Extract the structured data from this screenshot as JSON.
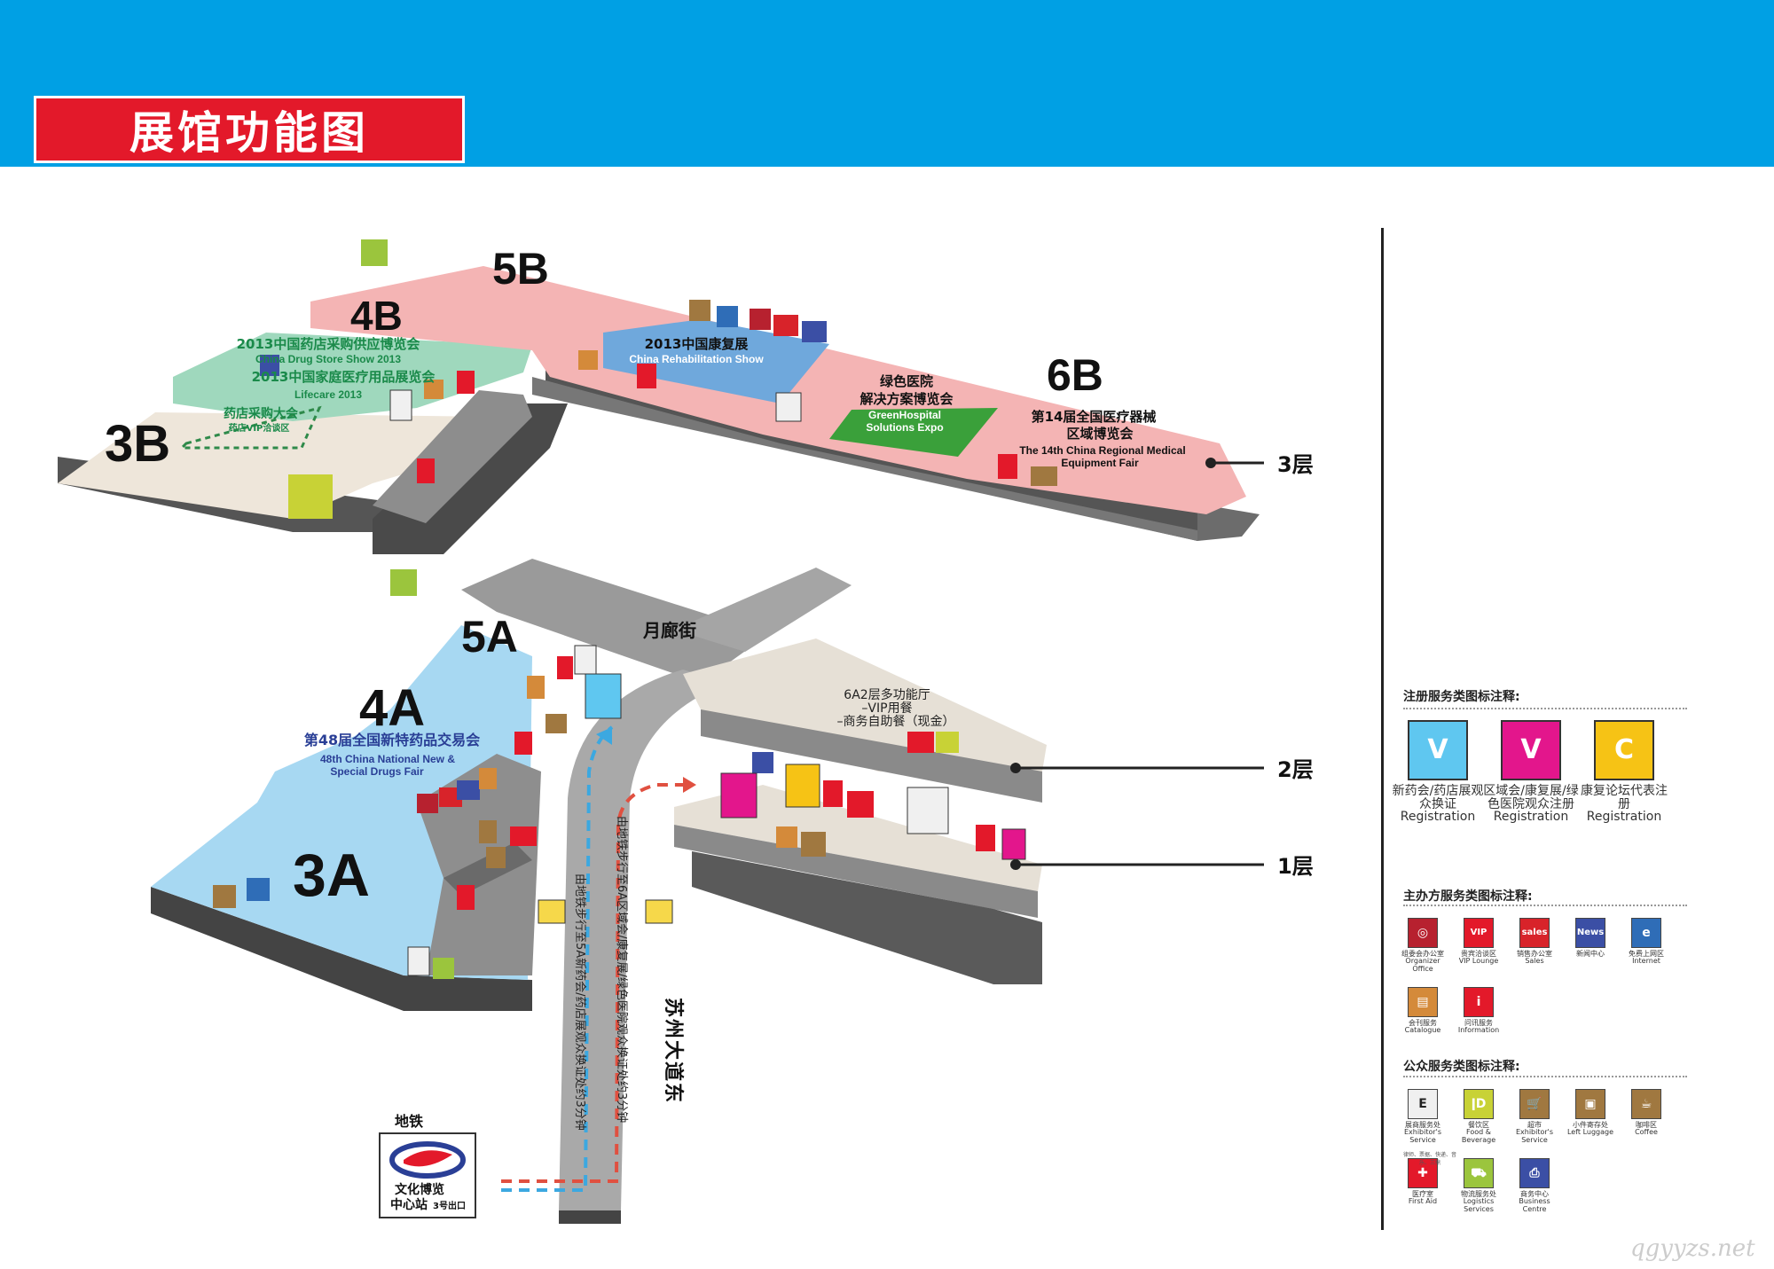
{
  "header": {
    "title": "展馆功能图"
  },
  "halls": {
    "h3b": "3B",
    "h4b": "4B",
    "h5b": "5B",
    "h6b": "6B",
    "h3a": "3A",
    "h4a": "4A",
    "h5a": "5A"
  },
  "exhibitions": {
    "drugstore_cn": "2013中国药店采购供应博览会",
    "drugstore_en": "China Drug Store Show 2013",
    "lifecare_cn": "2013中国家庭医疗用品展览会",
    "lifecare_en": "Lifecare 2013",
    "purchase_cn": "药店采购大会",
    "purchase_sub": "药店VIP洽谈区",
    "rehab_cn": "2013中国康复展",
    "rehab_en": "China Rehabilitation Show",
    "green_cn1": "绿色医院",
    "green_cn2": "解决方案博览会",
    "green_en1": "GreenHospital",
    "green_en2": "Solutions Expo",
    "regional_cn1": "第14届全国医疗器械",
    "regional_cn2": "区域博览会",
    "regional_en1": "The 14th China Regional Medical",
    "regional_en2": "Equipment Fair",
    "newdrug_cn": "第48届全国新特药品交易会",
    "newdrug_en1": "48th China National New &",
    "newdrug_en2": "Special Drugs Fair"
  },
  "places": {
    "street": "月廊街",
    "road": "苏州大道东",
    "hall6a_l1": "6A2层多功能厅",
    "hall6a_l2": "–VIP用餐",
    "hall6a_l3": "–商务自助餐（现金）",
    "metro_label": "地铁",
    "station_l1": "文化博览",
    "station_l2": "中心站",
    "station_exit": "3号出口",
    "route_blue": "由地铁步行至5A新药会/药店展观众换证处约3分钟",
    "route_red": "由地铁步行至6A区域会/康复展/绿色医院观众换证处约3分钟"
  },
  "floors": {
    "f3": "3层",
    "f2": "2层",
    "f1": "1层"
  },
  "legend": {
    "reg_title": "注册服务类图标注释:",
    "reg": [
      {
        "glyph": "V",
        "cn": "新药会/药店展观众换证",
        "en": "Registration",
        "color": "#5fc7f0"
      },
      {
        "glyph": "V",
        "cn": "区域会/康复展/绿色医院观众注册",
        "en": "Registration",
        "color": "#e3168c"
      },
      {
        "glyph": "C",
        "cn": "康复论坛代表注册",
        "en": "Registration",
        "color": "#f6c315"
      }
    ],
    "org_title": "主办方服务类图标注释:",
    "org": [
      {
        "glyph": "◎",
        "cn": "组委会办公室",
        "en": "Organizer Office",
        "color": "#b7212f"
      },
      {
        "glyph": "VIP",
        "cn": "贵宾洽谈区",
        "en": "VIP Lounge",
        "color": "#e3192a"
      },
      {
        "glyph": "sales",
        "cn": "销售办公室",
        "en": "Sales",
        "color": "#d8232a"
      },
      {
        "glyph": "News",
        "cn": "新闻中心",
        "en": "",
        "color": "#3b4fa5"
      },
      {
        "glyph": "e",
        "cn": "免费上网区",
        "en": "Internet",
        "color": "#2f6db7"
      },
      {
        "glyph": "▤",
        "cn": "会刊服务",
        "en": "Catalogue",
        "color": "#d48a3a"
      },
      {
        "glyph": "i",
        "cn": "问讯服务",
        "en": "Information",
        "color": "#e3192a"
      }
    ],
    "pub_title": "公众服务类图标注释:",
    "pub": [
      {
        "glyph": "E",
        "cn": "展商服务处",
        "en": "Exhibitor's Service",
        "color": "#f0f0f0"
      },
      {
        "glyph": "ǀD",
        "cn": "餐饮区",
        "en": "Food & Beverage",
        "color": "#c8d236"
      },
      {
        "glyph": "🛒",
        "cn": "超市",
        "en": "Exhibitor's Service",
        "color": "#a07840"
      },
      {
        "glyph": "▣",
        "cn": "小件寄存处",
        "en": "Left Luggage",
        "color": "#a07840"
      },
      {
        "glyph": "☕",
        "cn": "咖啡区",
        "en": "Coffee",
        "color": "#a07840"
      },
      {
        "glyph": "✚",
        "cn": "医疗室",
        "en": "First Aid",
        "color": "#e3192a"
      },
      {
        "glyph": "⛟",
        "cn": "物流服务处",
        "en": "Logistics Services",
        "color": "#9bc53d"
      },
      {
        "glyph": "⎙",
        "cn": "商务中心",
        "en": "Business Centre",
        "color": "#3b4fa5"
      }
    ],
    "pub_note": "律师、票据、快递、音乐、三鼎"
  },
  "watermark": "qgyyzs.net",
  "colors": {
    "banner": "#00a0e4",
    "title_bg": "#e3192a",
    "hall_b_pink": "#f4b4b4",
    "hall_a_blue": "#a7d8f2",
    "drugstore_green": "#9fd8bd",
    "rehab_blue": "#6fa8dc",
    "green_hospital": "#3aa03a"
  }
}
